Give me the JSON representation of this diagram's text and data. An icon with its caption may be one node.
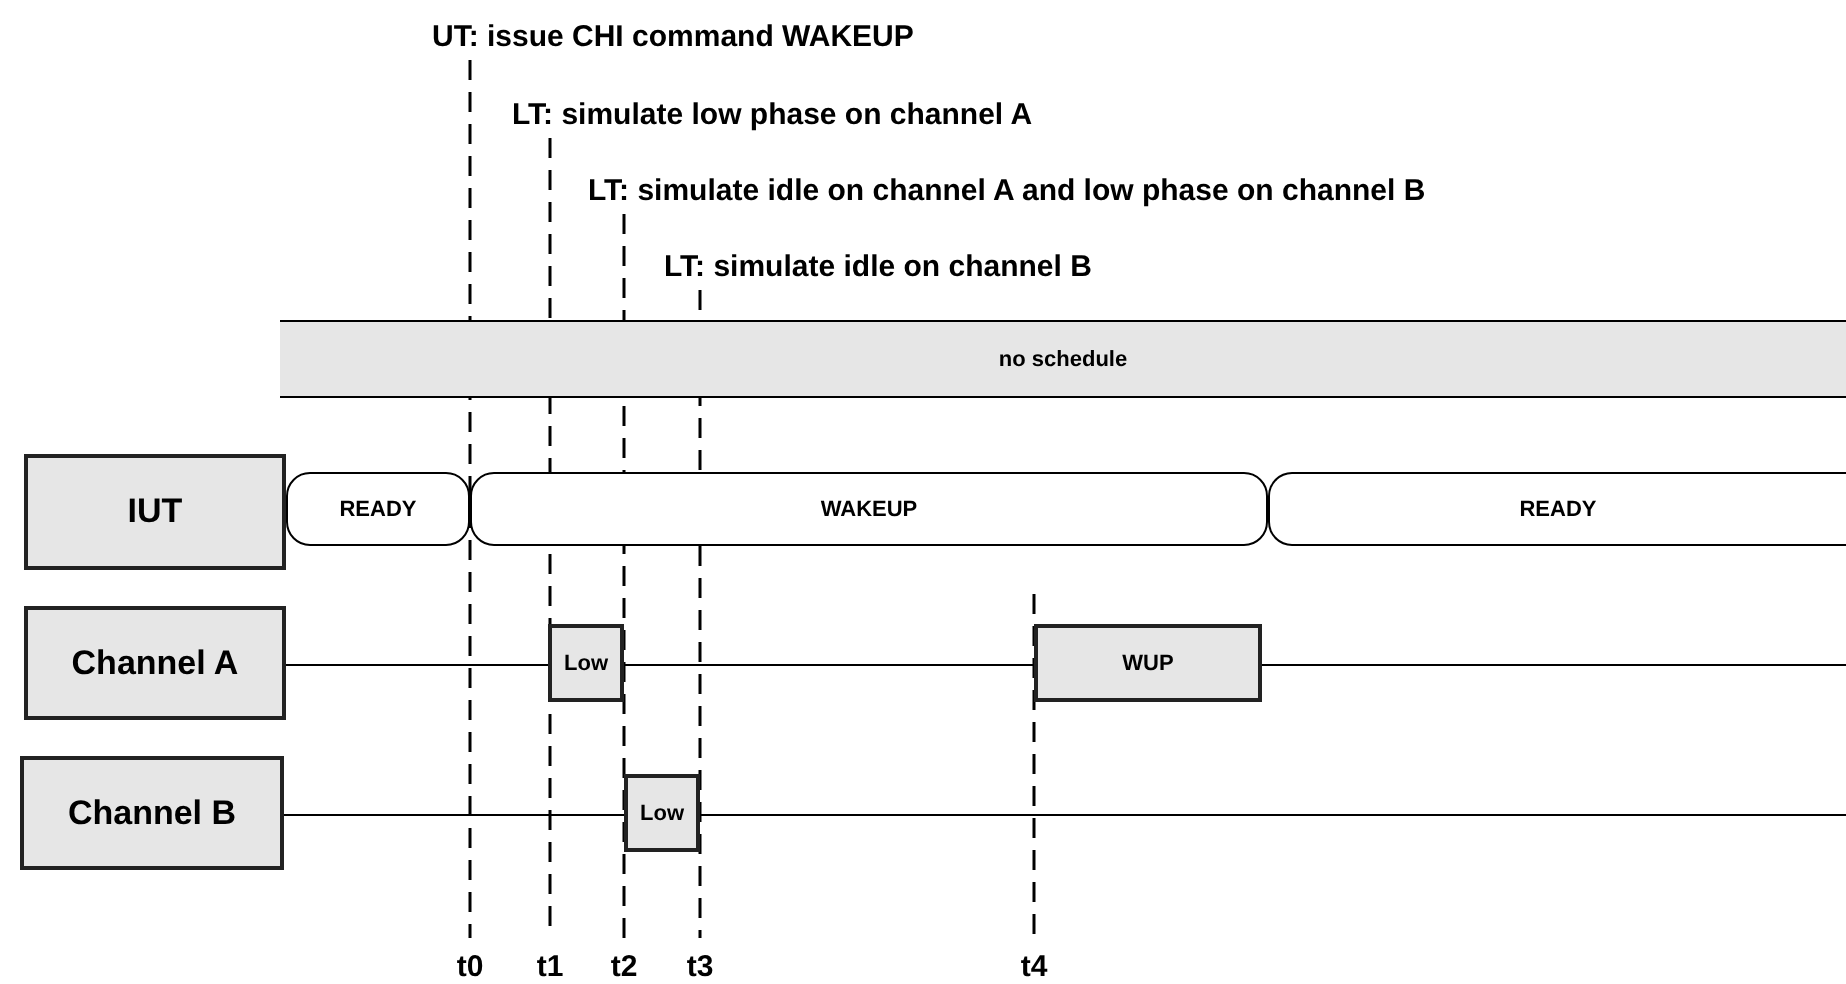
{
  "diagram": {
    "nodes": [
      {
        "text": [
          "no schedule"
        ]
      },
      {
        "text": [
          "IUT"
        ]
      },
      {
        "text": [
          "READY"
        ]
      },
      {
        "text": [
          "WAKEUP"
        ]
      },
      {
        "text": [
          "READY"
        ]
      },
      {
        "text": [
          "Channel A"
        ]
      },
      {
        "text": [
          "Low"
        ]
      },
      {
        "text": [
          "WUP"
        ]
      },
      {
        "text": [
          "Channel B"
        ]
      },
      {
        "text": [
          "Low"
        ]
      }
    ],
    "edges": [
      {
        "from": 5,
        "to": 6,
        "arrow": "none"
      },
      {
        "from": 6,
        "to": 7,
        "arrow": "none"
      },
      {
        "from": 7,
        "to": null,
        "arrow": "none"
      },
      {
        "from": 8,
        "to": 9,
        "arrow": "none"
      },
      {
        "from": 9,
        "to": null,
        "arrow": "none"
      }
    ],
    "labels": [
      "UT: issue CHI command WAKEUP",
      "LT: simulate low phase on channel A",
      "LT: simulate idle on channel A and low phase on channel B",
      "LT: simulate idle on channel B",
      "t0",
      "t1",
      "t2",
      "t3",
      "t4"
    ]
  }
}
